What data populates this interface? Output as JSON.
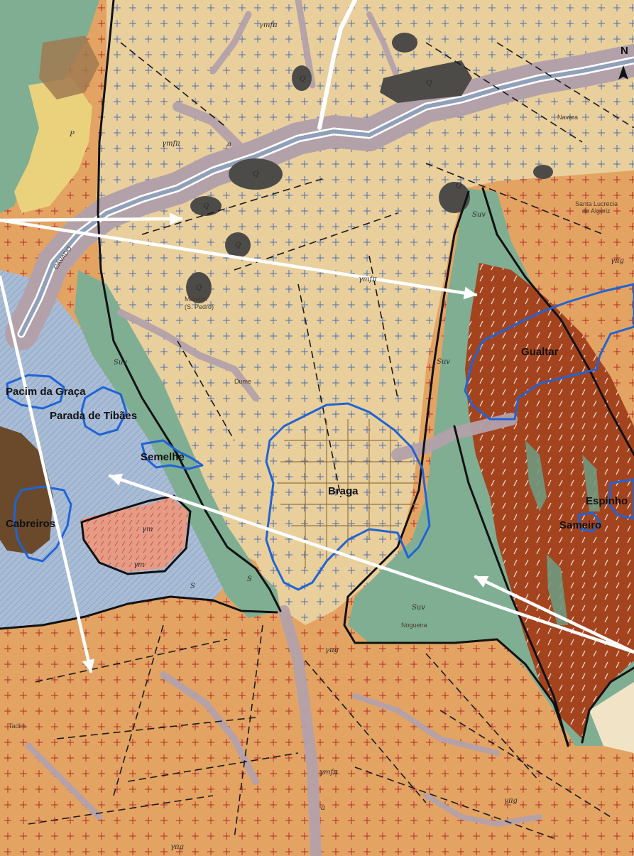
{
  "map": {
    "north_label": "N",
    "places": [
      {
        "id": "pacim",
        "name": "Pacim da Graça"
      },
      {
        "id": "parada",
        "name": "Parada de Tibães"
      },
      {
        "id": "semelhe",
        "name": "Semelhe"
      },
      {
        "id": "braga",
        "name": "Braga"
      },
      {
        "id": "cabreiros",
        "name": "Cabreiros"
      },
      {
        "id": "gualtar",
        "name": "Gualtar"
      },
      {
        "id": "espinho",
        "name": "Espinho"
      },
      {
        "id": "sameiro",
        "name": "Sameiro"
      }
    ],
    "river_label": "CÁVADO",
    "unit_symbols": {
      "q": "Q",
      "granite_mf": "γmfπ",
      "granite_g": "γπg",
      "suv": "Suv",
      "gm": "γm",
      "a": "a",
      "p": "P",
      "s": "S"
    },
    "minor_labels": {
      "merelim": "Merelim",
      "merelim_sub": "(S. Pedro)",
      "dume": "Dume",
      "nogueira": "Nogueira",
      "navara": "Navara",
      "santa_lucrecia": "Santa Lucrecia",
      "de_algeriz": "de Algeriz",
      "tadim": "Tadim"
    },
    "colors": {
      "granite_fine": "#e9cf9c",
      "granite_porphyric": "#e3a463",
      "metasediments": "#7fae93",
      "schist_blue": "#a9bcd6",
      "orthogneiss_red": "#a4441e",
      "alluvium": "#b3a1aa",
      "river": "#ffffff",
      "quartz_dark": "#4d4b48",
      "boundary_blue": "#1f64d6",
      "arrow": "#ffffff"
    }
  }
}
